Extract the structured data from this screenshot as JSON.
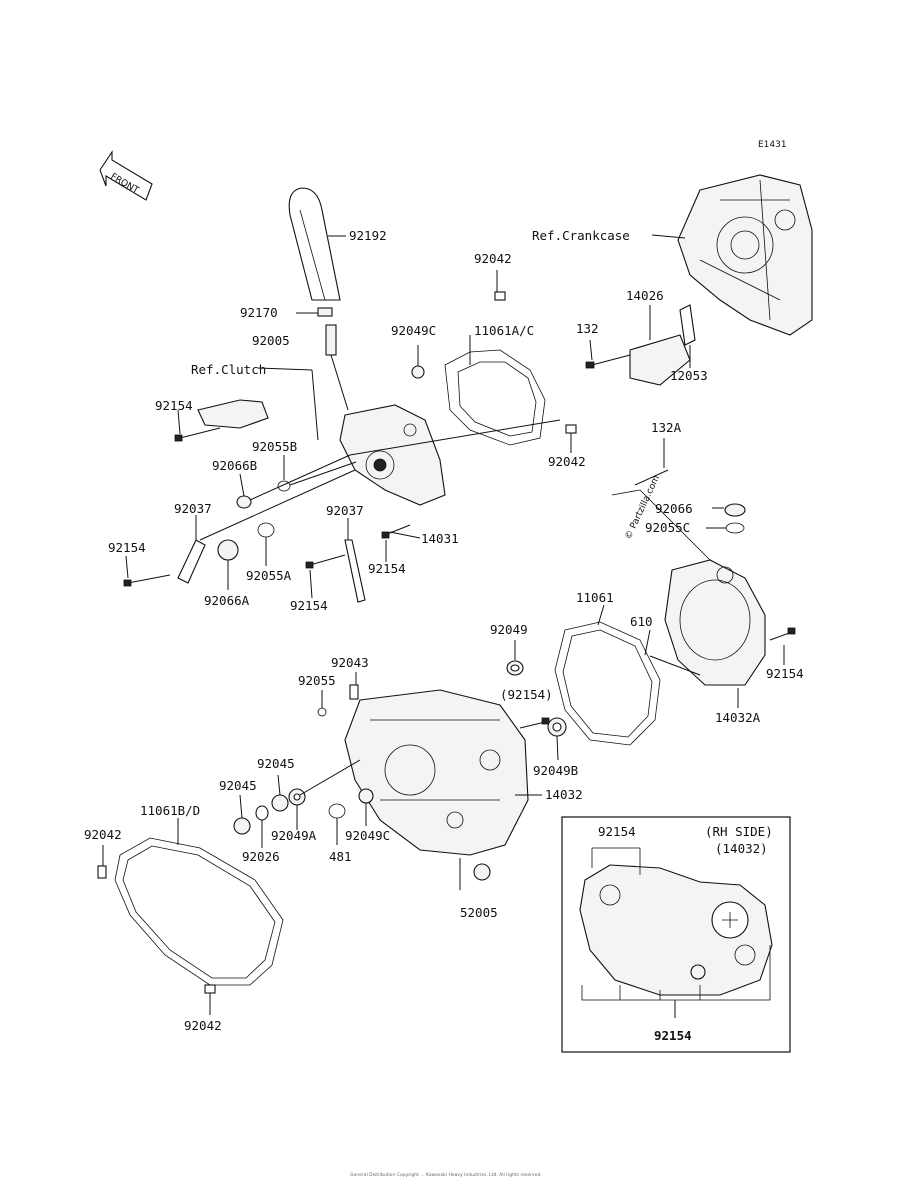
{
  "diagram_code": "E1431",
  "front_label": "FRONT",
  "watermark": "© Partzilla.com",
  "inset": {
    "title_line1": "(RH SIDE)",
    "title_line2": "(14032)",
    "top_label": "92154",
    "bottom_label": "92154"
  },
  "copyright": "General Distribution Copyright ... Kawasaki Heavy Industries, Ltd. All rights reserved.",
  "labels": {
    "l92192": "92192",
    "l92042a": "92042",
    "refCrankcase": "Ref.Crankcase",
    "l14026": "14026",
    "l92170": "92170",
    "l92005": "92005",
    "l92049C": "92049C",
    "l11061AC": "11061A/C",
    "l132": "132",
    "l12053": "12053",
    "refClutch": "Ref.Clutch",
    "l92154a": "92154",
    "l92055B": "92055B",
    "l92042b": "92042",
    "l132A": "132A",
    "l92066B": "92066B",
    "l92037a": "92037",
    "l92037b": "92037",
    "l92066": "92066",
    "l92055C": "92055C",
    "l14031": "14031",
    "l92154b": "92154",
    "l92055A": "92055A",
    "l92154c": "92154",
    "l92066A": "92066A",
    "l92154d": "92154",
    "l11061": "11061",
    "l610": "610",
    "l92049": "92049",
    "l92154e": "92154",
    "l92043": "92043",
    "l92055": "92055",
    "l92154paren": "(92154)",
    "l14032A": "14032A",
    "l92049B": "92049B",
    "l92045a": "92045",
    "l14032": "14032",
    "l92045b": "92045",
    "l11061BD": "11061B/D",
    "l92049A": "92049A",
    "l92049C2": "92049C",
    "l92042c": "92042",
    "l92026": "92026",
    "l481": "481",
    "l52005": "52005",
    "l92042d": "92042"
  }
}
